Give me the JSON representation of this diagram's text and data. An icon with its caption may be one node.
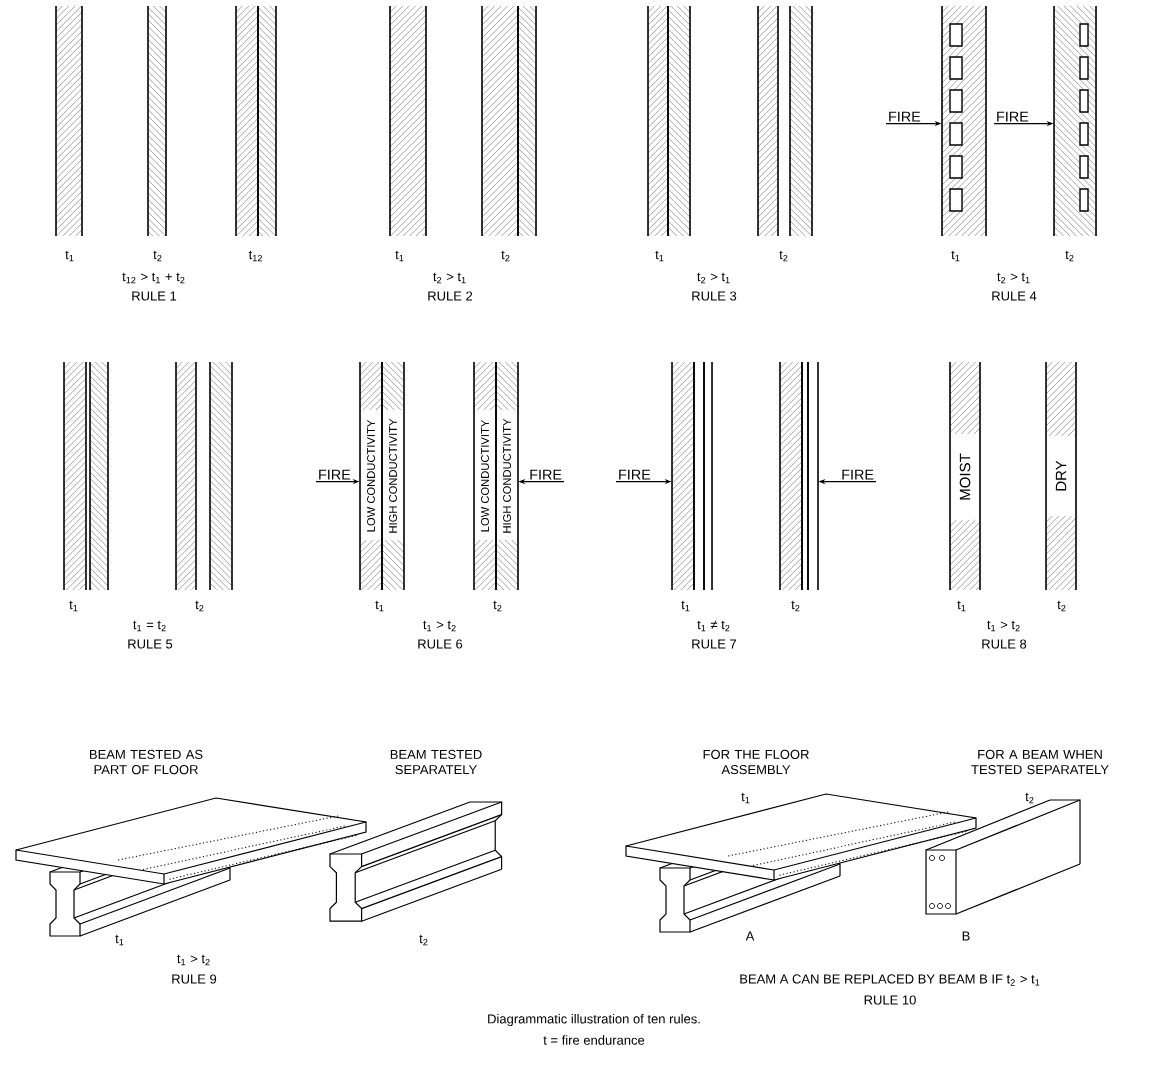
{
  "diagram": {
    "caption": "Diagrammatic illustration of ten rules.",
    "nodes": [
      {
        "text": [
          "FIRE"
        ]
      },
      {
        "text": [],
        "shape": "box"
      },
      {
        "text": [
          "FIRE"
        ]
      },
      {
        "text": [],
        "shape": "box"
      },
      {
        "text": [
          "FIRE"
        ]
      },
      {
        "text": [],
        "shape": "box"
      },
      {
        "text": [],
        "shape": "box"
      },
      {
        "text": [
          "FIRE"
        ]
      },
      {
        "text": [
          "FIRE"
        ]
      },
      {
        "text": [],
        "shape": "box"
      },
      {
        "text": [],
        "shape": "box"
      },
      {
        "text": [
          "FIRE"
        ]
      }
    ],
    "edges": [
      {
        "from": 0,
        "to": 1,
        "arrow": "to"
      },
      {
        "from": 2,
        "to": 3,
        "arrow": "to"
      },
      {
        "from": 4,
        "to": 5,
        "arrow": "to"
      },
      {
        "from": 7,
        "to": 6,
        "arrow": "to"
      },
      {
        "from": 8,
        "to": 9,
        "arrow": "to"
      },
      {
        "from": 11,
        "to": 10,
        "arrow": "to"
      }
    ],
    "labels": [
      "t$_{1}$",
      "t$_{2}$",
      "t$_{12}$",
      "t$_{1}$",
      "t$_{2}$",
      "t$_{1}$",
      "t$_{2}$",
      "t$_{1}$",
      "t$_{2}$",
      "t$_{12}$ > t$_{1}$ + t$_{2}$",
      "t$_{2}$ > t$_{1}$",
      "t$_{2}$ > t$_{1}$",
      "t$_{2}$ > t$_{1}$",
      "RULE 1",
      "RULE 2",
      "RULE 3",
      "RULE 4",
      "LOW CONDUCTIVITY",
      "HIGH CONDUCTIVITY",
      "LOW CONDUCTIVITY",
      "HIGH CONDUCTIVITY",
      "MOIST",
      "DRY",
      "t$_{1}$",
      "t$_{2}$",
      "t$_{1}$",
      "t$_{2}$",
      "t$_{1}$",
      "t$_{2}$",
      "t$_{1}$",
      "t$_{2}$",
      "t$_{1}$ = t$_{2}$",
      "t$_{1}$ > t$_{2}$",
      "t$_{1}$ ≠ t$_{2}$",
      "t$_{1}$ > t$_{2}$",
      "RULE 5",
      "RULE 6",
      "RULE 7",
      "RULE 8",
      "BEAM TESTED AS PART OF FLOOR",
      "BEAM TESTED SEPARATELY",
      "FOR THE FLOOR ASSEMBLY",
      "FOR A BEAM WHEN TESTED SEPARATELY",
      "t$_{1}$",
      "t$_{2}$",
      "t$_{1}$",
      "t$_{2}$",
      "A",
      "B",
      "t$_{1}$ > t$_{2}$",
      "RULE 9",
      "BEAM A CAN BE REPLACED BY BEAM B IF t$_{2}$ > t$_{1}$",
      "RULE 10",
      "t = fire endurance"
    ]
  }
}
